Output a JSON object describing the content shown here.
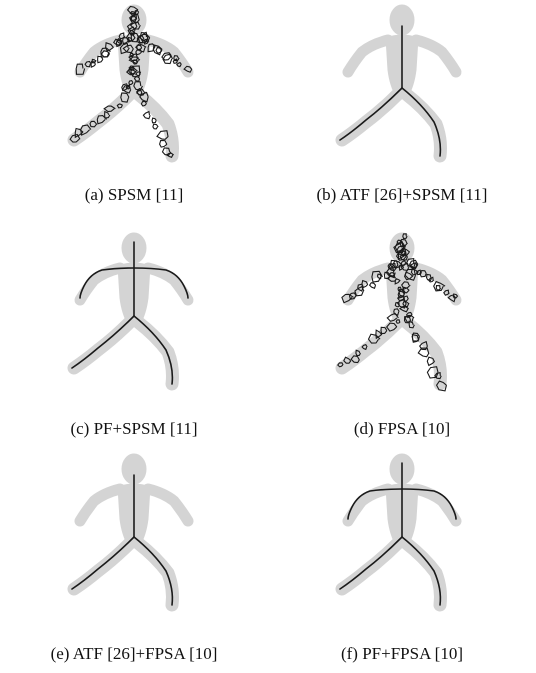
{
  "figure": {
    "panels": [
      {
        "id": "a",
        "caption": "(a)  SPSM [11]",
        "skeleton": "noisy"
      },
      {
        "id": "b",
        "caption": "(b)  ATF [26]+SPSM [11]",
        "skeleton": "no-arms"
      },
      {
        "id": "c",
        "caption": "(c)  PF+SPSM [11]",
        "skeleton": "full"
      },
      {
        "id": "d",
        "caption": "(d)  FPSA [10]",
        "skeleton": "noisy"
      },
      {
        "id": "e",
        "caption": "(e)  ATF [26]+FPSA [10]",
        "skeleton": "no-arms"
      },
      {
        "id": "f",
        "caption": "(f)  PF+FPSA [10]",
        "skeleton": "full"
      }
    ],
    "colors": {
      "silhouette": "#d4d4d4",
      "skeleton": "#1a1a1a"
    }
  }
}
